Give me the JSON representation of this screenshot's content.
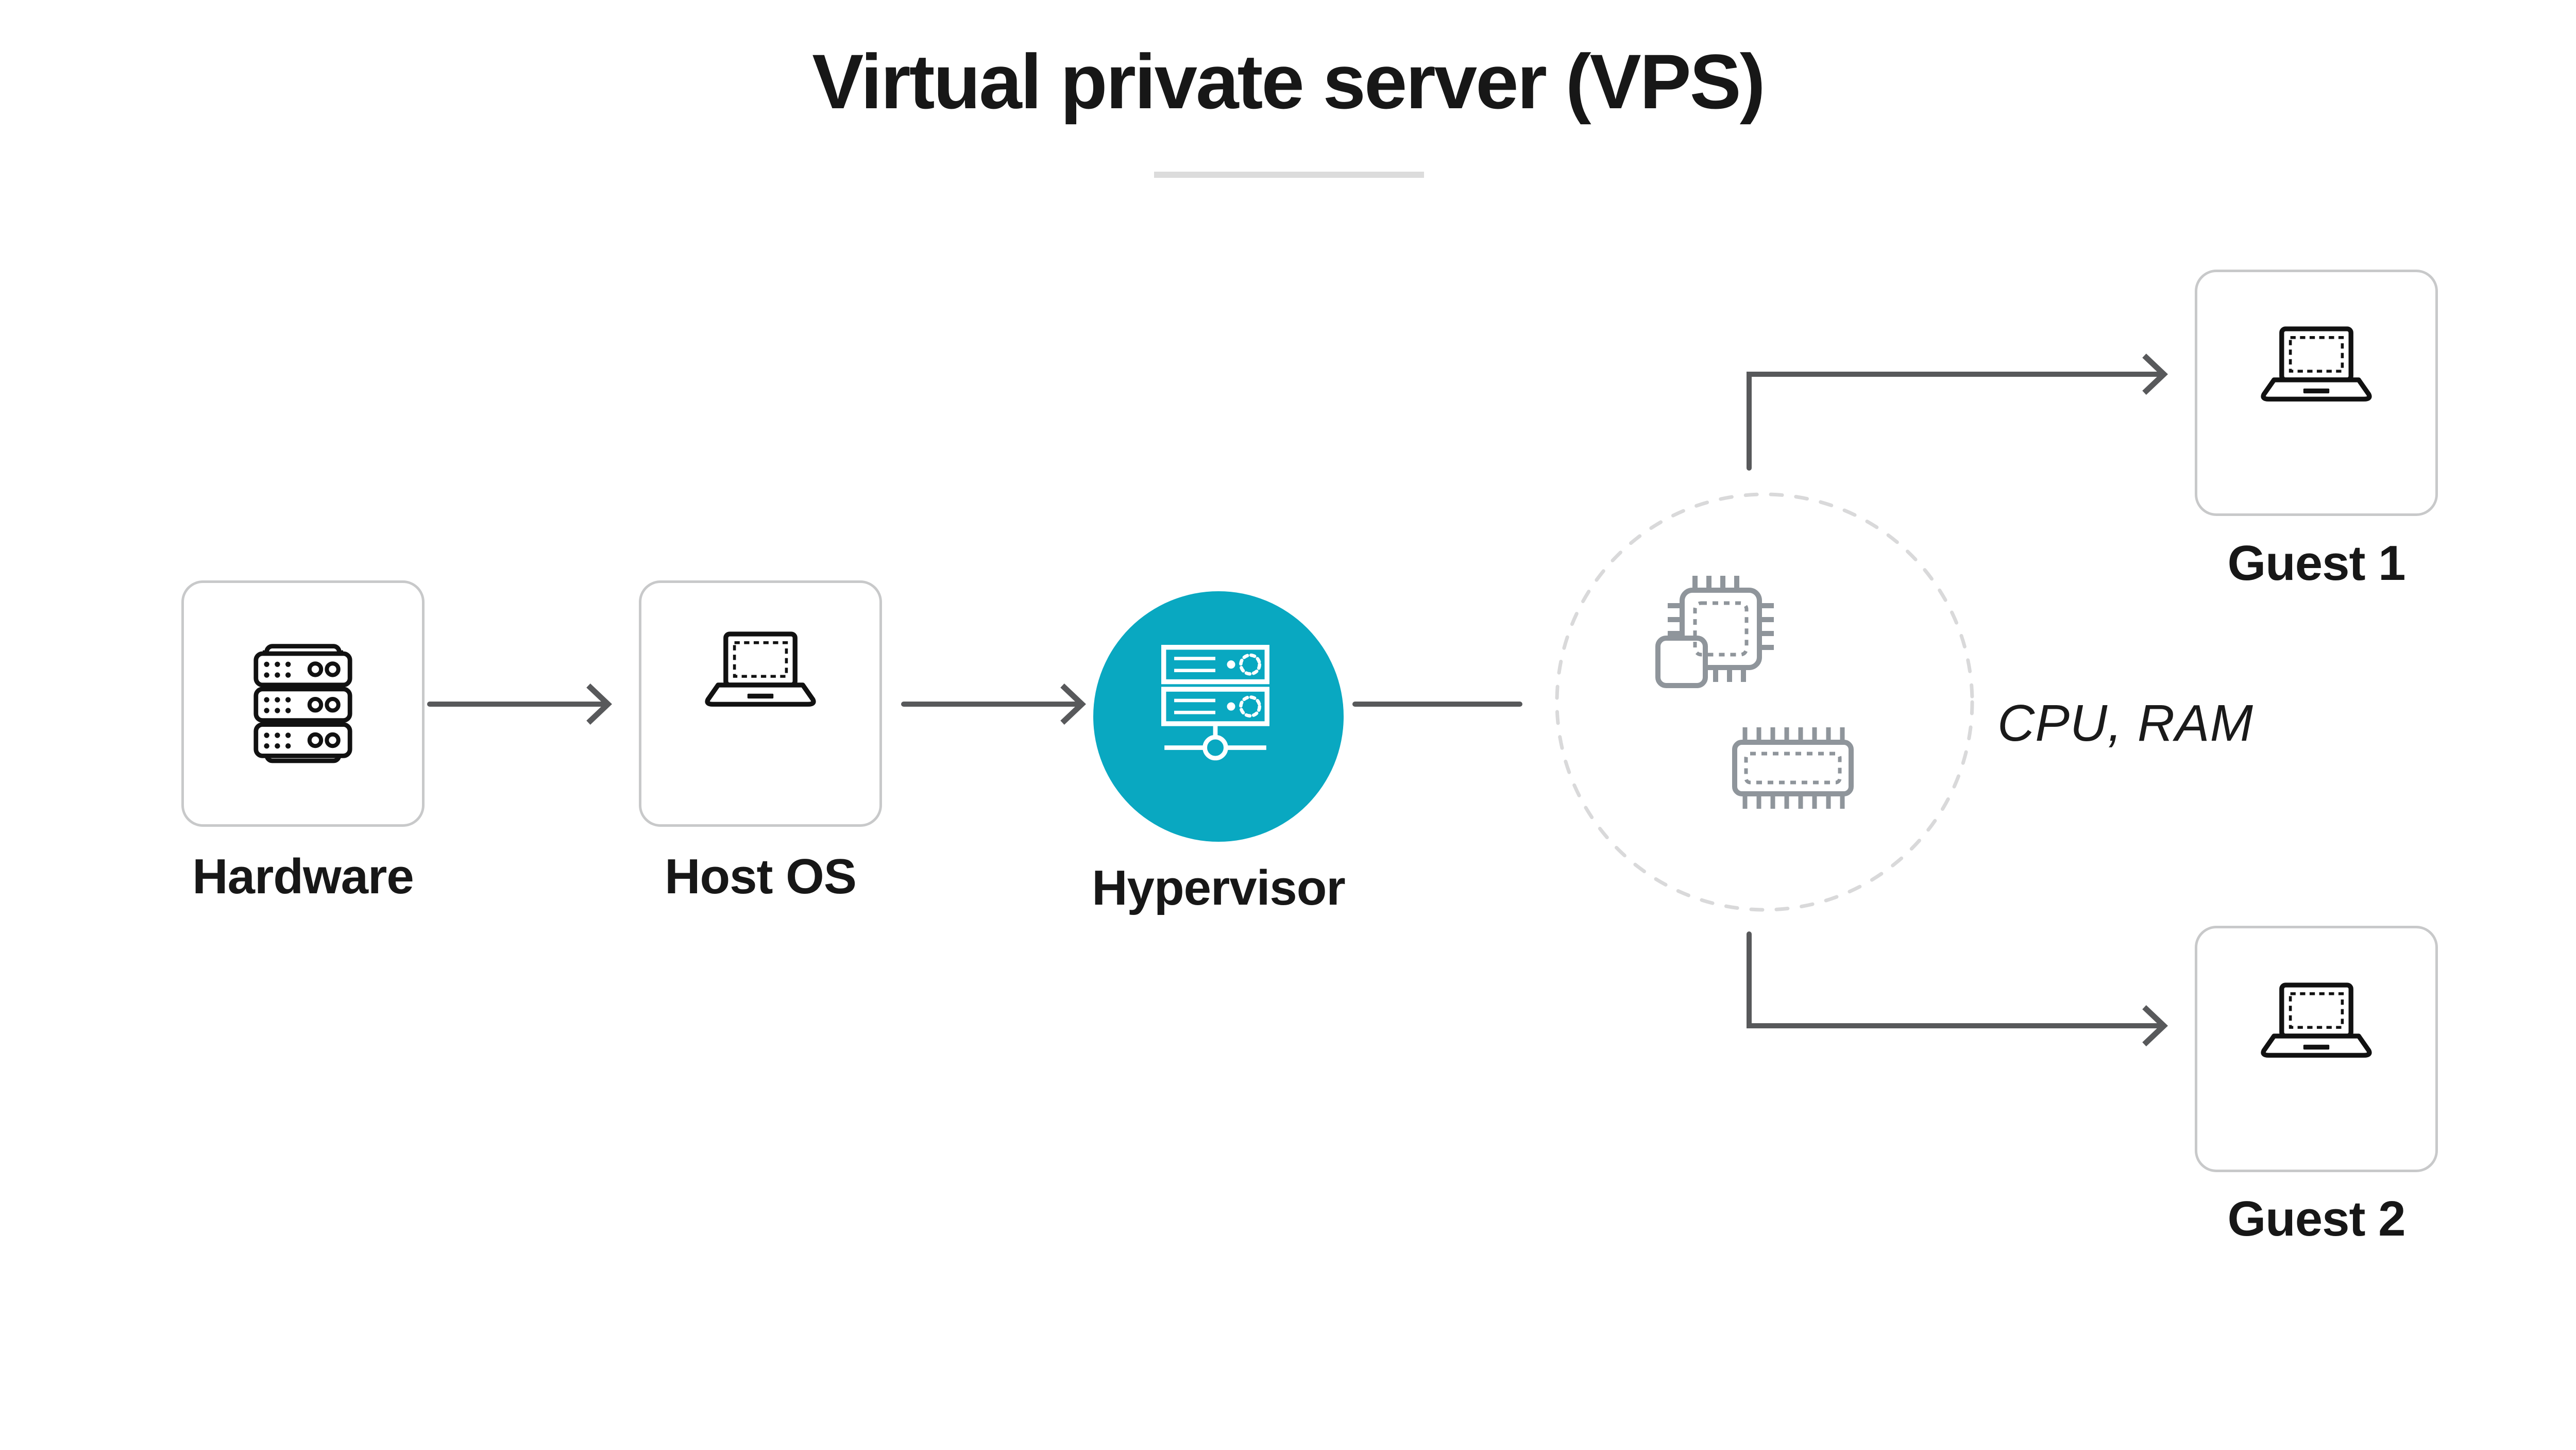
{
  "title": {
    "text": "Virtual private server (VPS)"
  },
  "nodes": {
    "hardware": {
      "label": "Hardware",
      "icon": "server-rack-icon"
    },
    "host_os": {
      "label": "Host OS",
      "icon": "laptop-icon"
    },
    "hypervisor": {
      "label": "Hypervisor",
      "icon": "server-network-icon"
    },
    "resources": {
      "label": "CPU, RAM",
      "icons": [
        "cpu-chip-icon",
        "ram-chip-icon"
      ]
    },
    "guest_1": {
      "label": "Guest 1",
      "icon": "laptop-icon"
    },
    "guest_2": {
      "label": "Guest 2",
      "icon": "laptop-icon"
    }
  },
  "connectors": [
    {
      "from": "hardware",
      "to": "host_os",
      "style": "arrow"
    },
    {
      "from": "host_os",
      "to": "hypervisor",
      "style": "arrow"
    },
    {
      "from": "hypervisor",
      "to": "resources",
      "style": "line"
    },
    {
      "from": "resources",
      "to": "guest_1",
      "style": "elbow-arrow"
    },
    {
      "from": "resources",
      "to": "guest_2",
      "style": "elbow-arrow"
    }
  ],
  "colors": {
    "accent": "#09a8c1",
    "connector": "#58595b",
    "box_border": "#c8c9ca",
    "dashed_circle": "#d9d9da",
    "chip": "#8f959b",
    "text": "#171717",
    "divider": "#dcdcdc",
    "background": "#ffffff"
  }
}
